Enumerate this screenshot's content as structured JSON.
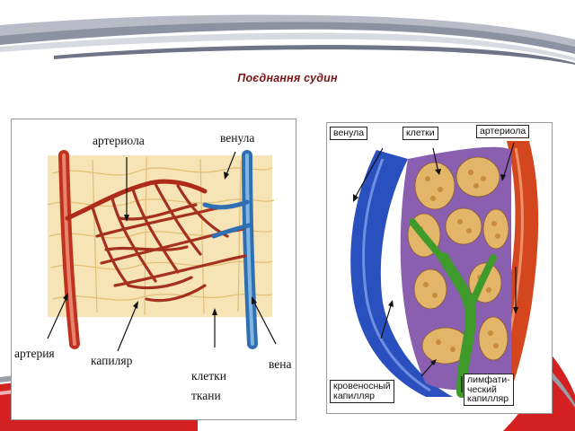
{
  "slide": {
    "title": "Поєднання судин"
  },
  "left_figure": {
    "labels": {
      "arteriola": "артериола",
      "venula": "венула",
      "arteria": "артерия",
      "kapilar": "капиляр",
      "kletki_line1": "клетки",
      "kletki_line2": "ткани",
      "vena": "вена"
    }
  },
  "right_figure": {
    "labels": {
      "venula": "венула",
      "kletki": "клетки",
      "arteriola": "артериола",
      "blood_capillary_line1": "кровеносный",
      "blood_capillary_line2": "капилляр",
      "lymph_capillary_line1": "лимфати-",
      "lymph_capillary_line2": "ческий",
      "lymph_capillary_line3": "капилляр"
    }
  },
  "colors": {
    "title": "#7a1515",
    "accent_red": "#d42020",
    "artery": "#c0321e",
    "vein": "#2a4fbf",
    "lymph": "#3f9a2c",
    "cell": "#e3b568"
  }
}
